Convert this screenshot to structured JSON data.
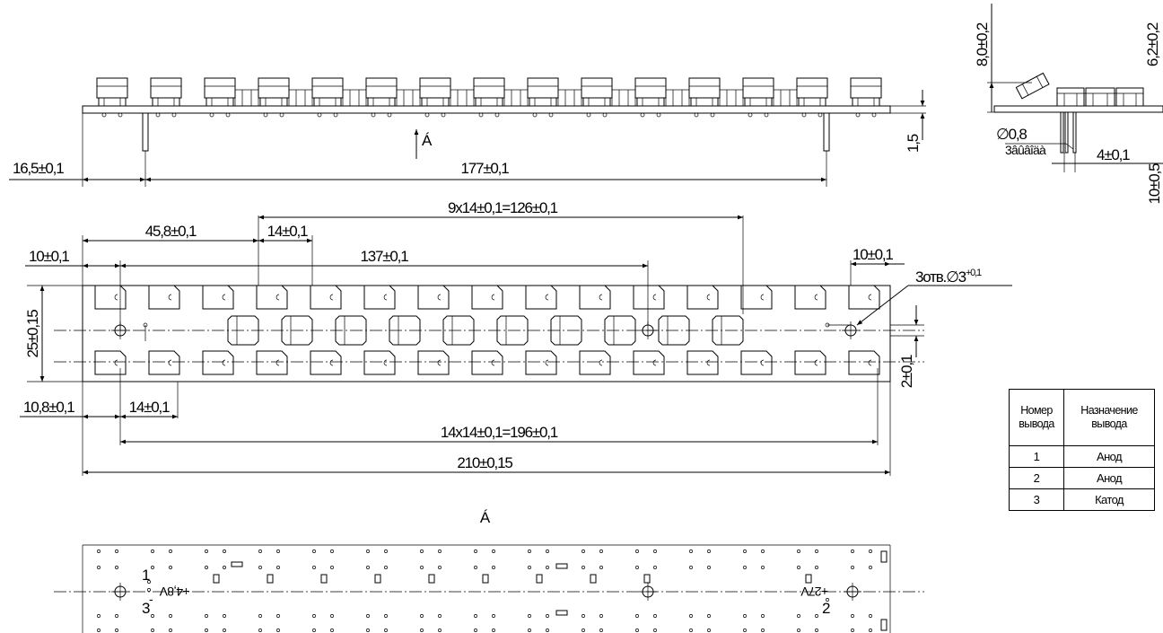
{
  "side_view": {
    "overall_length": "177±0,1",
    "offset_left": "16,5±0,1",
    "board_thickness": "1,5",
    "view_arrow": "Á"
  },
  "end_view": {
    "height": "8,0±0,2",
    "height2": "6,2±0,2",
    "pin_diameter": "∅0,8",
    "pin_note": "3âûâîäà",
    "pin_spacing": "4±0,1",
    "pin_length": "10±0,5"
  },
  "top_view": {
    "pitch_upper": "9x14±0,1=126±0,1",
    "dim_45_8": "45,8±0,1",
    "dim_14_upper": "14±0,1",
    "dim_10_left": "10±0,1",
    "dim_137": "137±0,1",
    "dim_10_right": "10±0,1",
    "holes": "3отв.∅3",
    "holes_tol": "+0,1",
    "width": "25±0,15",
    "offset_2": "2±0,1",
    "dim_10_8": "10,8±0,1",
    "dim_14_lower": "14±0,1",
    "pitch_lower": "14x14±0,1=196±0,1",
    "total_length": "210±0,15"
  },
  "bottom_view": {
    "title": "Á",
    "pin1": "1",
    "pin2": "2",
    "pin3": "3",
    "label_left": "+4,8V",
    "label_right": "+27V",
    "minus": "-"
  },
  "pin_table": {
    "headers": [
      "Номер вывода",
      "Назначение вывода"
    ],
    "rows": [
      [
        "1",
        "Анод"
      ],
      [
        "2",
        "Анод"
      ],
      [
        "3",
        "Катод"
      ]
    ]
  }
}
